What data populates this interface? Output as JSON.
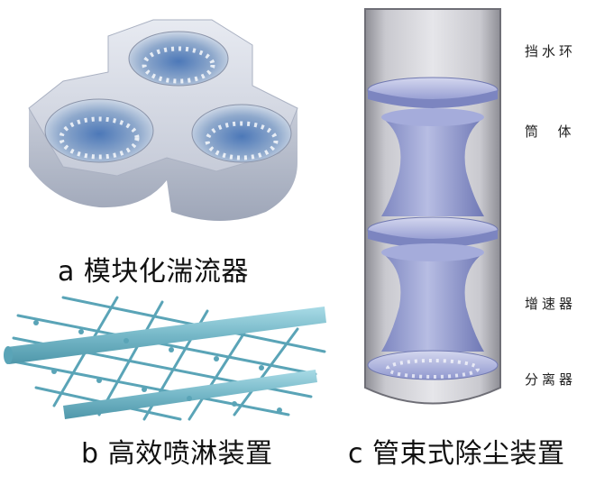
{
  "captions": {
    "a": "a 模块化湍流器",
    "b": "b 高效喷淋装置",
    "c": "c 管束式除尘装置"
  },
  "parts": {
    "water_ring": "挡水环",
    "cylinder": "筒  体",
    "accelerator": "增速器",
    "separator": "分离器"
  },
  "colors": {
    "steel": "#c9cfdb",
    "steel_dark": "#9aa3b5",
    "vessel_blue": "#8a93c9",
    "pipe": "#7fc0cf",
    "pipe_dark": "#4f97aa"
  }
}
